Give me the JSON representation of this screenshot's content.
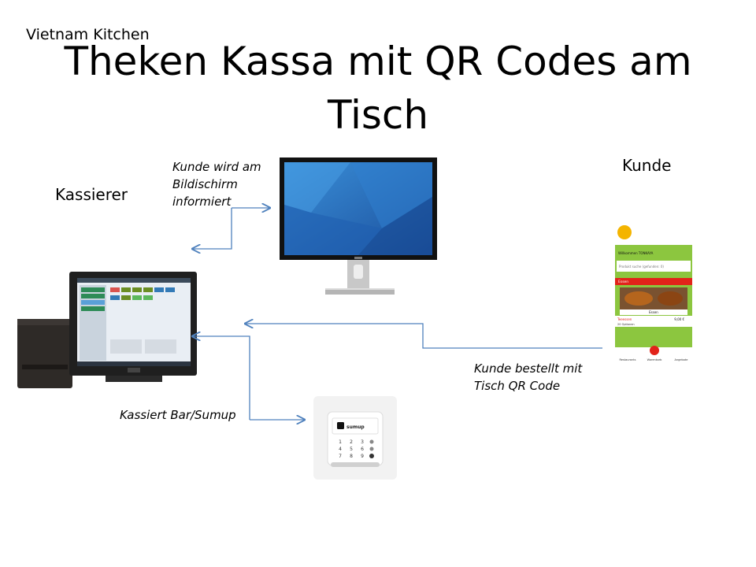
{
  "brand": "Vietnam Kitchen",
  "title": "Theken Kassa mit QR Codes am Tisch",
  "actors": {
    "cashier": "Kassierer",
    "customer": "Kunde"
  },
  "notes": {
    "screen_info": [
      "Kunde wird am",
      "Bildischirm",
      "informiert"
    ],
    "order_qr": [
      "Kunde bestellt mit",
      "Tisch QR Code"
    ],
    "payment": "Kassiert Bar/Sumup"
  },
  "phone": {
    "header": "Willkommen TONKAYA",
    "banner": "Essen",
    "search_placeholder": "Produkt suche (gefunden: 0)",
    "category": "Essen",
    "item_name": "Teeessen",
    "item_price": "9,00 €",
    "item_sub": "20 Optionen",
    "tabs": [
      "Restaurants",
      "Warenkorb",
      "Angebote"
    ]
  },
  "terminal": {
    "brand": "sumup"
  },
  "colors": {
    "arrow": "#4f81bd",
    "phone_green": "#8cc63f",
    "phone_red": "#e2231a"
  }
}
